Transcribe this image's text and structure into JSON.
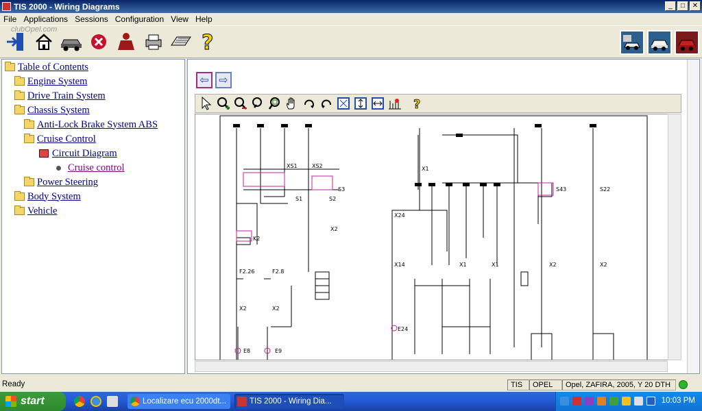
{
  "window": {
    "title": "TIS 2000 - Wiring Diagrams"
  },
  "menu": [
    "File",
    "Applications",
    "Sessions",
    "Configuration",
    "View",
    "Help"
  ],
  "watermark": "clubOpel.com",
  "tree": [
    {
      "label": "Table of Contents",
      "level": 0,
      "icon": "folder-open-icon"
    },
    {
      "label": "Engine System",
      "level": 1,
      "icon": "folder-icon"
    },
    {
      "label": "Drive Train System",
      "level": 1,
      "icon": "folder-icon"
    },
    {
      "label": "Chassis System",
      "level": 1,
      "icon": "folder-open-icon"
    },
    {
      "label": "Anti-Lock Brake System ABS",
      "level": 2,
      "icon": "folder-icon"
    },
    {
      "label": "Cruise Control",
      "level": 2,
      "icon": "folder-open-icon"
    },
    {
      "label": "Circuit Diagram",
      "level": 3,
      "icon": "document-icon"
    },
    {
      "label": "Cruise control",
      "level": 4,
      "icon": "bullet-icon"
    },
    {
      "label": "Power Steering",
      "level": 2,
      "icon": "folder-icon"
    },
    {
      "label": "Body System",
      "level": 1,
      "icon": "folder-icon"
    },
    {
      "label": "Vehicle",
      "level": 1,
      "icon": "folder-icon"
    }
  ],
  "status": {
    "text": "Ready",
    "system": "TIS",
    "brand": "OPEL",
    "vehicle": "Opel, ZAFIRA, 2005, Y 20 DTH"
  },
  "taskbar": {
    "start_label": "start",
    "tasks": [
      "Localizare ecu 2000dt...",
      "TIS 2000 - Wiring Dia..."
    ],
    "clock": "10:03 PM"
  },
  "diagram_labels": {
    "x1": "X1",
    "x2": "X2",
    "x24": "X24",
    "x14": "X14",
    "xs1": "XS1",
    "xs2": "XS2",
    "s1": "S1",
    "s2": "S2",
    "s3": "S3",
    "s43": "S43",
    "s22": "S22",
    "k2": "K2",
    "f226": "F2.26",
    "f28": "F2.8",
    "e8": "E8",
    "e9": "E9",
    "e24": "E24"
  },
  "colors": {
    "accent": "#0a246a",
    "link": "#00008b",
    "visited": "#800080"
  }
}
